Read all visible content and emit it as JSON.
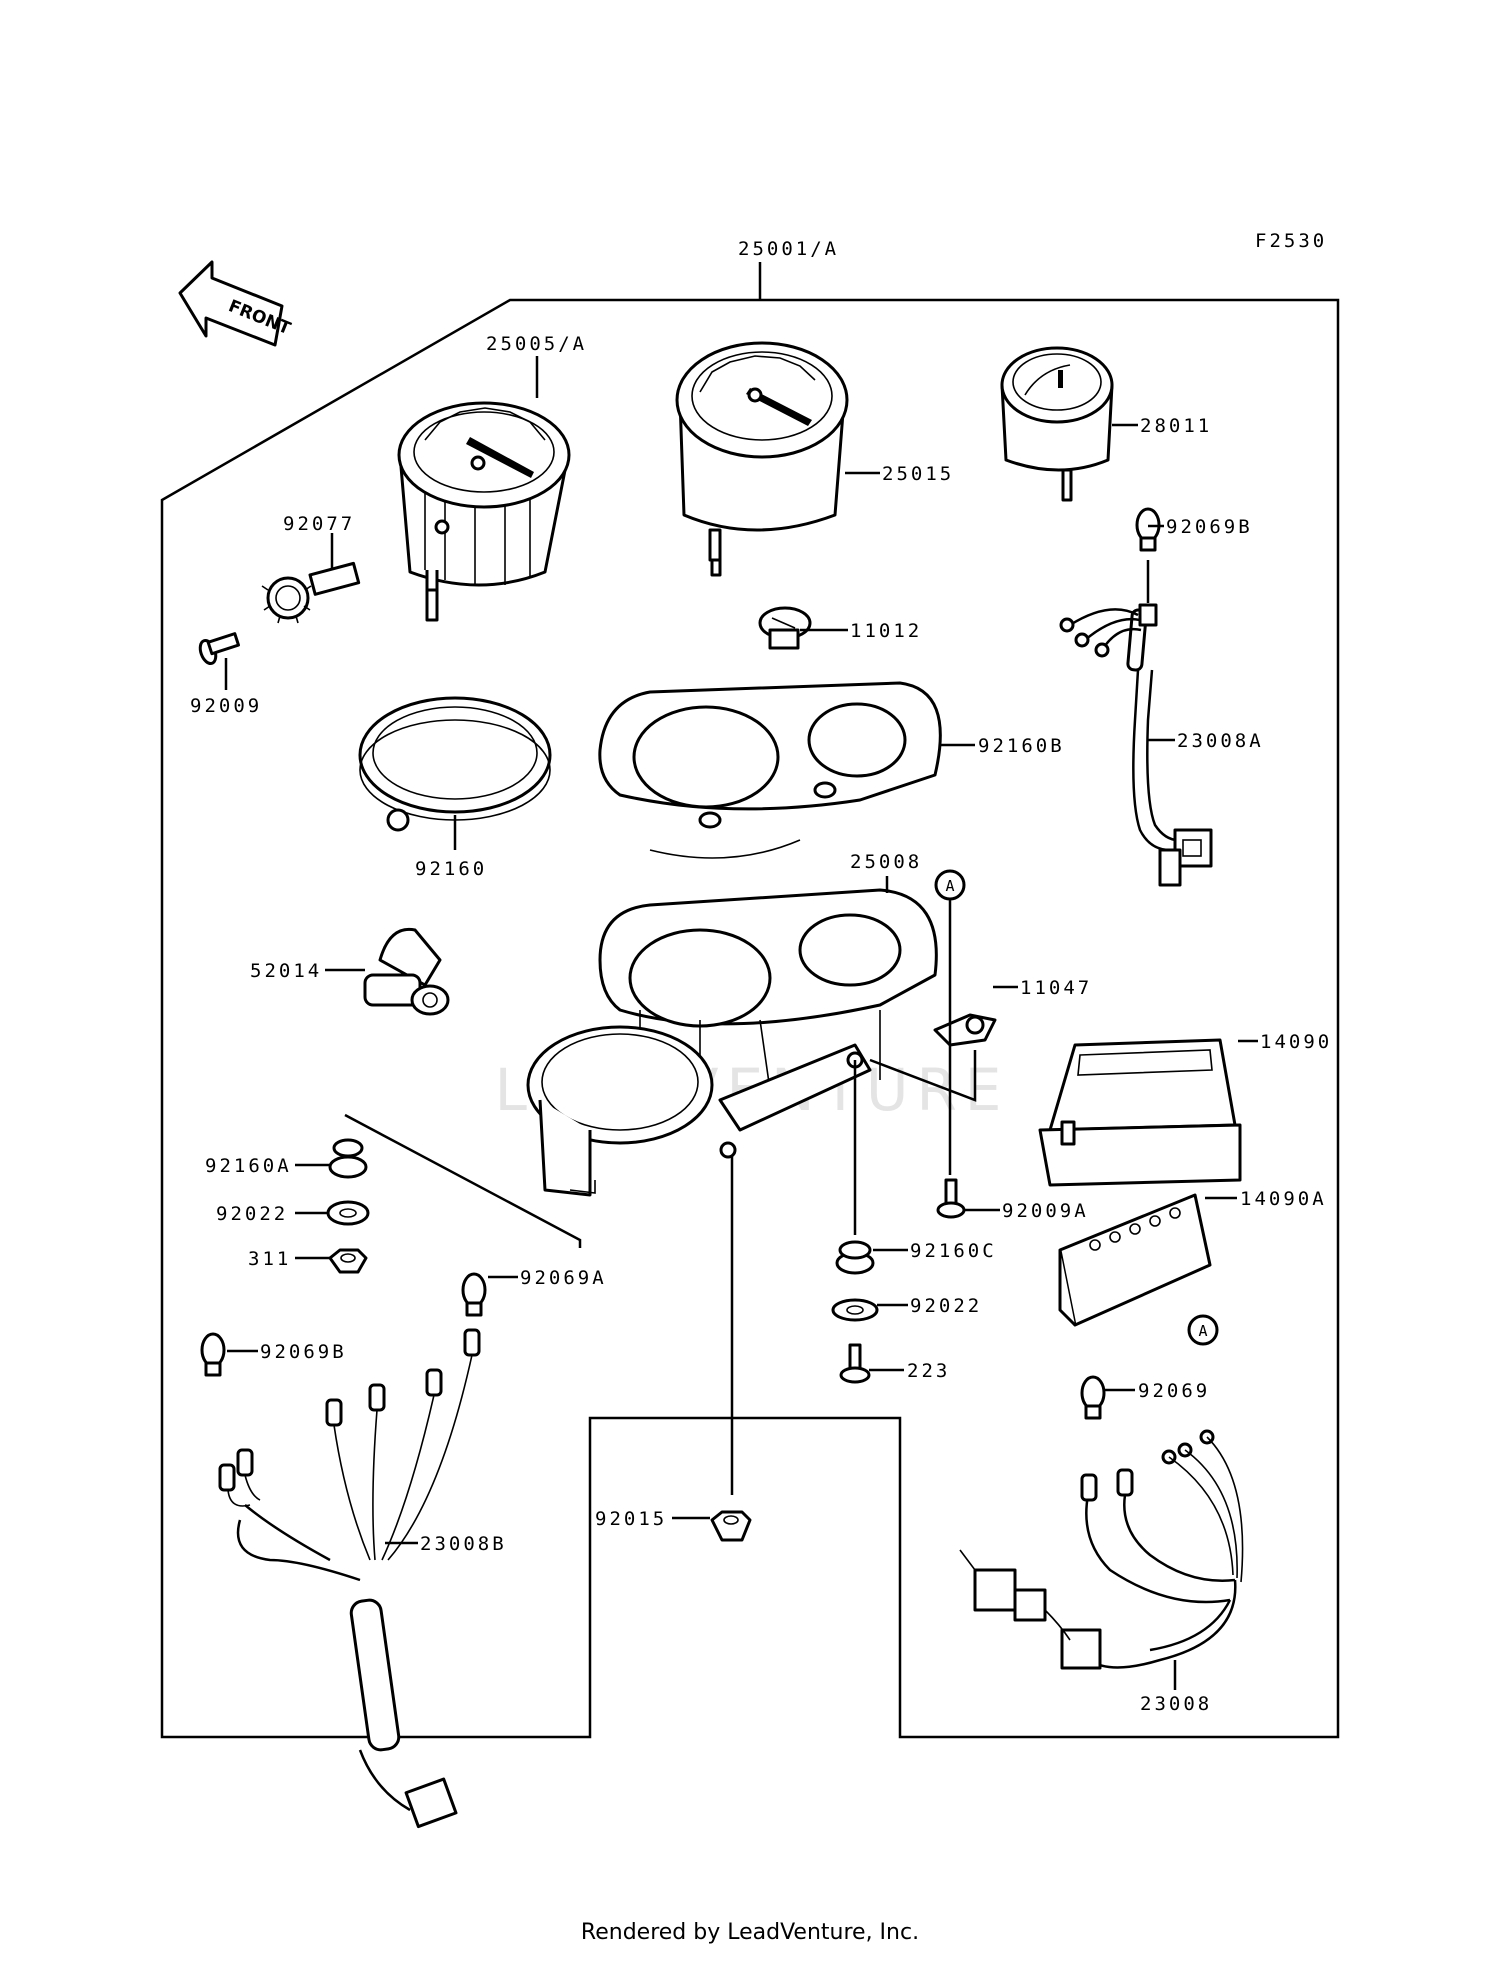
{
  "figure_code": "F2530",
  "front_arrow_label": "FRONT",
  "watermark": "LEADVENTURE",
  "footer": "Rendered by LeadVenture, Inc.",
  "callouts": {
    "c_25001A": "25001/A",
    "c_25005A": "25005/A",
    "c_25015": "25015",
    "c_28011": "28011",
    "c_92077": "92077",
    "c_92069B_top": "92069B",
    "c_92009": "92009",
    "c_11012": "11012",
    "c_92160B": "92160B",
    "c_23008A": "23008A",
    "c_92160": "92160",
    "c_25008": "25008",
    "c_11047": "11047",
    "c_52014": "52014",
    "c_14090": "14090",
    "c_92160A": "92160A",
    "c_92022_left": "92022",
    "c_311": "311",
    "c_92009A": "92009A",
    "c_14090A": "14090A",
    "c_92069A": "92069A",
    "c_92160C": "92160C",
    "c_92022_right": "92022",
    "c_92069B_left": "92069B",
    "c_223": "223",
    "c_92069": "92069",
    "c_92015": "92015",
    "c_23008B": "23008B",
    "c_23008": "23008",
    "ref_A_top": "A",
    "ref_A_bottom": "A"
  }
}
